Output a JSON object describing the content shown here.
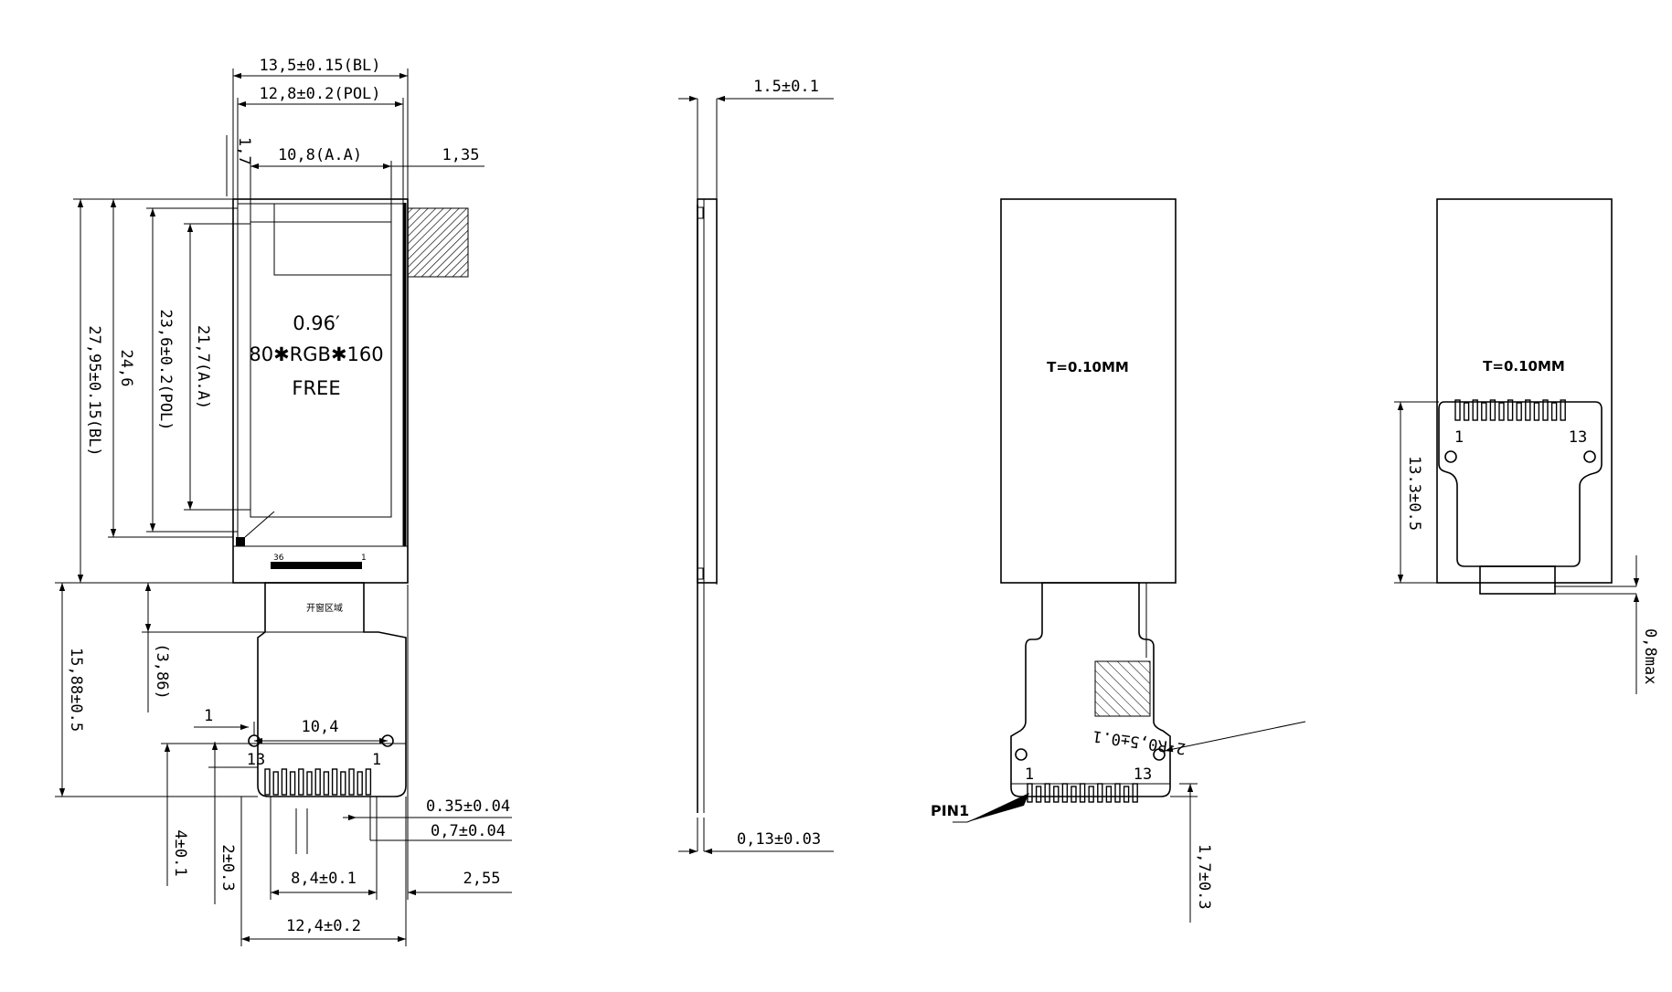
{
  "front_view": {
    "panel_text": [
      "0.96′",
      "80✱RGB✱160",
      "FREE"
    ],
    "fpc_label": "开窗区域",
    "pin_small_left": "36",
    "pin_small_right": "1",
    "pin_left": "13",
    "pin_right": "1",
    "dims": {
      "bl_width": "13,5±0.15(BL)",
      "pol_width": "12,8±0.2(POL)",
      "aa_width": "10,8(A.A)",
      "right_offset": "1,35",
      "top_offset": "1,7",
      "bl_height": "27,95±0.15(BL)",
      "height_246": "24,6",
      "pol_height": "23,6±0.2(POL)",
      "aa_height": "21,7(A.A)",
      "fpc_length": "15,88±0.5",
      "fpc_neck": "(3,86)",
      "hole_offset": "1",
      "hole_span": "10,4",
      "pad_thk": "0.35±0.04",
      "pitch": "0,7±0.04",
      "pad_span": "8,4±0.1",
      "right_edge": "2,55",
      "fpc_width": "12,4±0.2",
      "h_4": "4±0.1",
      "h_2": "2±0.3"
    }
  },
  "side_view": {
    "thickness": "1.5±0.1",
    "fpc_thickness": "0,13±0.03"
  },
  "back_view": {
    "stiffener": "T=0.10MM",
    "pin1_label": "PIN1",
    "pin_left": "1",
    "pin_right": "13",
    "radius": "2-R0,5±0.1",
    "offset": "1,7±0.3"
  },
  "bent_view": {
    "stiffener": "T=0.10MM",
    "pin_left": "1",
    "pin_right": "13",
    "height": "13.3±0.5",
    "max_thk": "0,8max"
  }
}
